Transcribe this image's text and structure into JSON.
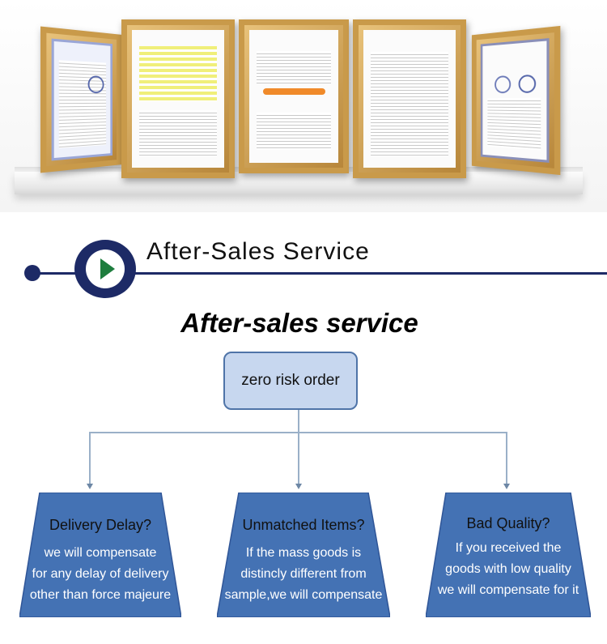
{
  "section": {
    "title": "After-Sales Service"
  },
  "flow": {
    "heading": "After-sales service",
    "root": "zero risk order",
    "branches": [
      {
        "title": "Delivery Delay?",
        "lines": [
          "we will compensate",
          "for any delay of delivery",
          "other than force majeure"
        ]
      },
      {
        "title": "Unmatched Items?",
        "lines": [
          "If the mass goods is",
          "distincly different from",
          "sample,we will compensate"
        ]
      },
      {
        "title": "Bad Quality?",
        "lines": [
          "If you received the",
          "goods with low quality",
          "we will compensate for it"
        ]
      }
    ]
  },
  "colors": {
    "navy": "#1d2a66",
    "play_green": "#1e7d3e",
    "box_fill": "#c7d7ef",
    "trap_fill": "#4472b4",
    "frame_gold": "#c99a4a"
  },
  "icons": {
    "section": "play-icon"
  }
}
